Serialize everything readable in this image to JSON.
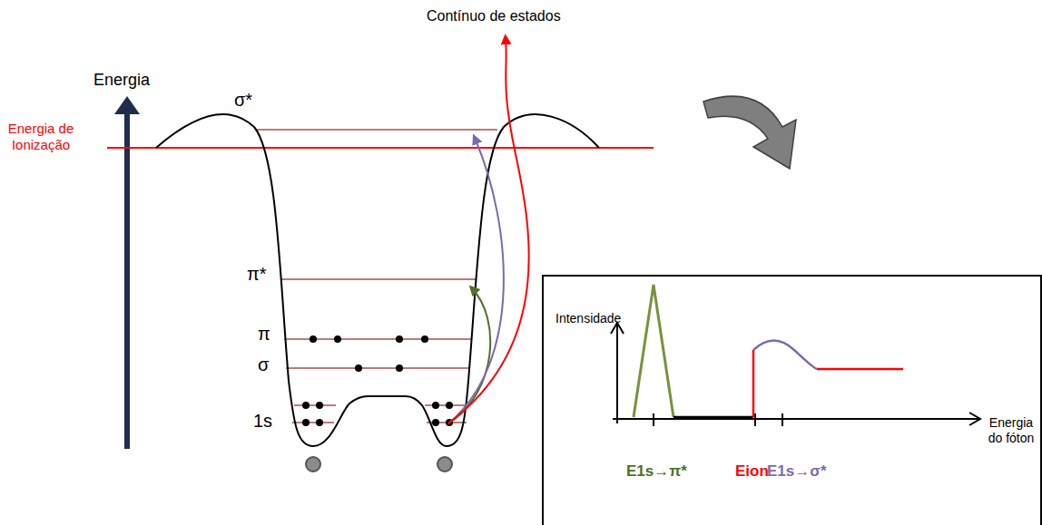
{
  "diagram": {
    "nodes": [
      {
        "text": [
          "Intensidade",
          "Energia do fóton",
          "E1s→π*",
          "Eion",
          "E1s→σ*"
        ]
      }
    ],
    "labels": [
      "Contínuo de estados",
      "Energia",
      "Energia de Ionização",
      "σ*",
      "π*",
      "π",
      "σ",
      "1s"
    ]
  }
}
